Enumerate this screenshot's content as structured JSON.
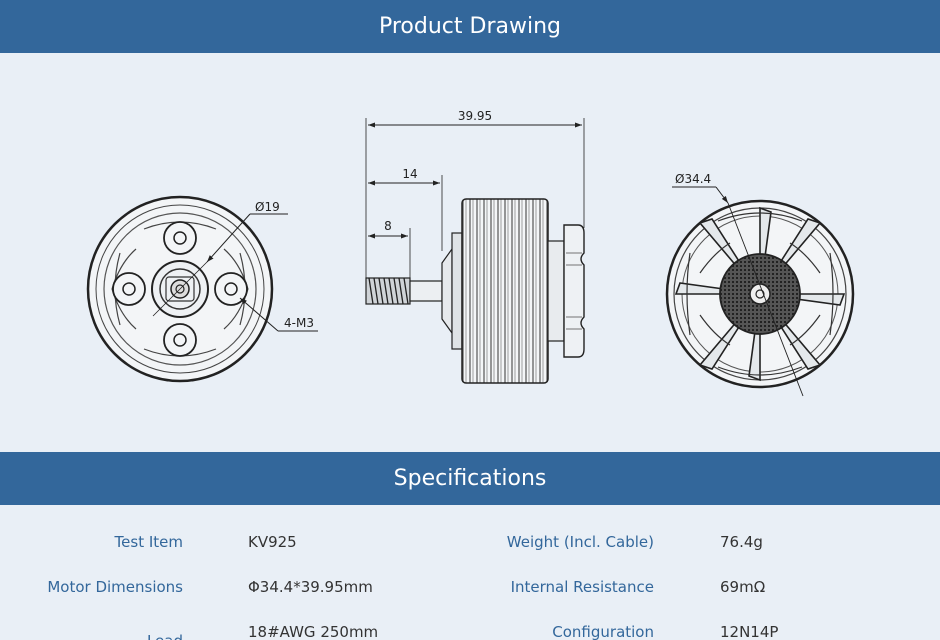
{
  "sections": {
    "drawing_title": "Product Drawing",
    "specs_title": "Specifications"
  },
  "drawing": {
    "dim_overall": "39.95",
    "dim_shaft": "14",
    "dim_thread": "8",
    "dim_base_dia": "Ø19",
    "dim_holes": "4-M3",
    "dim_bell_dia": "Ø34.4"
  },
  "specs": {
    "left": [
      {
        "label": "Test Item",
        "value": "KV925"
      },
      {
        "label": "Motor Dimensions",
        "value": "Φ34.4*39.95mm"
      },
      {
        "label": "Lead",
        "value": "18#AWG 250mm"
      }
    ],
    "right": [
      {
        "label": "Weight (Incl. Cable)",
        "value": "76.4g"
      },
      {
        "label": "Internal Resistance",
        "value": "69mΩ"
      },
      {
        "label": "Configuration",
        "value": "12N14P"
      }
    ]
  },
  "colors": {
    "header_bg": "#33679b",
    "page_bg": "#e9eff6",
    "label": "#33679b",
    "value": "#333333"
  }
}
